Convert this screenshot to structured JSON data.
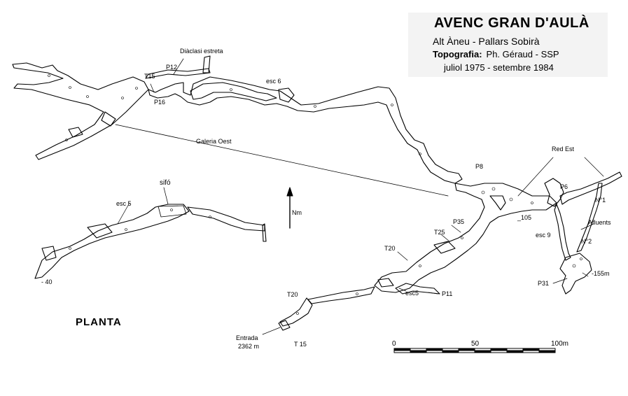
{
  "title": {
    "main": "AVENC GRAN D'AULÀ",
    "location": "Alt Àneu - Pallars Sobirà",
    "topo_label": "Topografia:",
    "topo_authors": "Ph. Géraud - SSP",
    "dates": "juliol 1975 - setembre 1984"
  },
  "labels": {
    "diaclasi": "Diàclasi estreta",
    "t15_top": "T15",
    "p12": "P12",
    "p16": "P16",
    "esc6": "esc 6",
    "galeria_oest": "Galeria Oest",
    "red_est": "Red Est",
    "p8": "P8",
    "p6": "P6",
    "n1": "N°1",
    "afluents": "Afluents",
    "n2": "N°2",
    "esc9": "esc 9",
    "depth_105": "_105",
    "depth_155": "-155m",
    "p31": "P31",
    "p35": "P35",
    "t25": "T25",
    "t20_mid": "T20",
    "esc5_mid": "esc5",
    "p11": "P11",
    "t20_low": "T20",
    "entrada": "Entrada",
    "altitude": "2362 m",
    "t15_low": "T 15",
    "sifo": "sifó",
    "esc5_left": "esc 5",
    "depth_40": "- 40",
    "north": "Nm",
    "planta": "PLANTA"
  },
  "scale": {
    "unit": "m",
    "ticks": [
      "0",
      "50",
      "100m"
    ]
  },
  "colors": {
    "ink": "#000000",
    "title_bg": "#f3f3f3"
  }
}
